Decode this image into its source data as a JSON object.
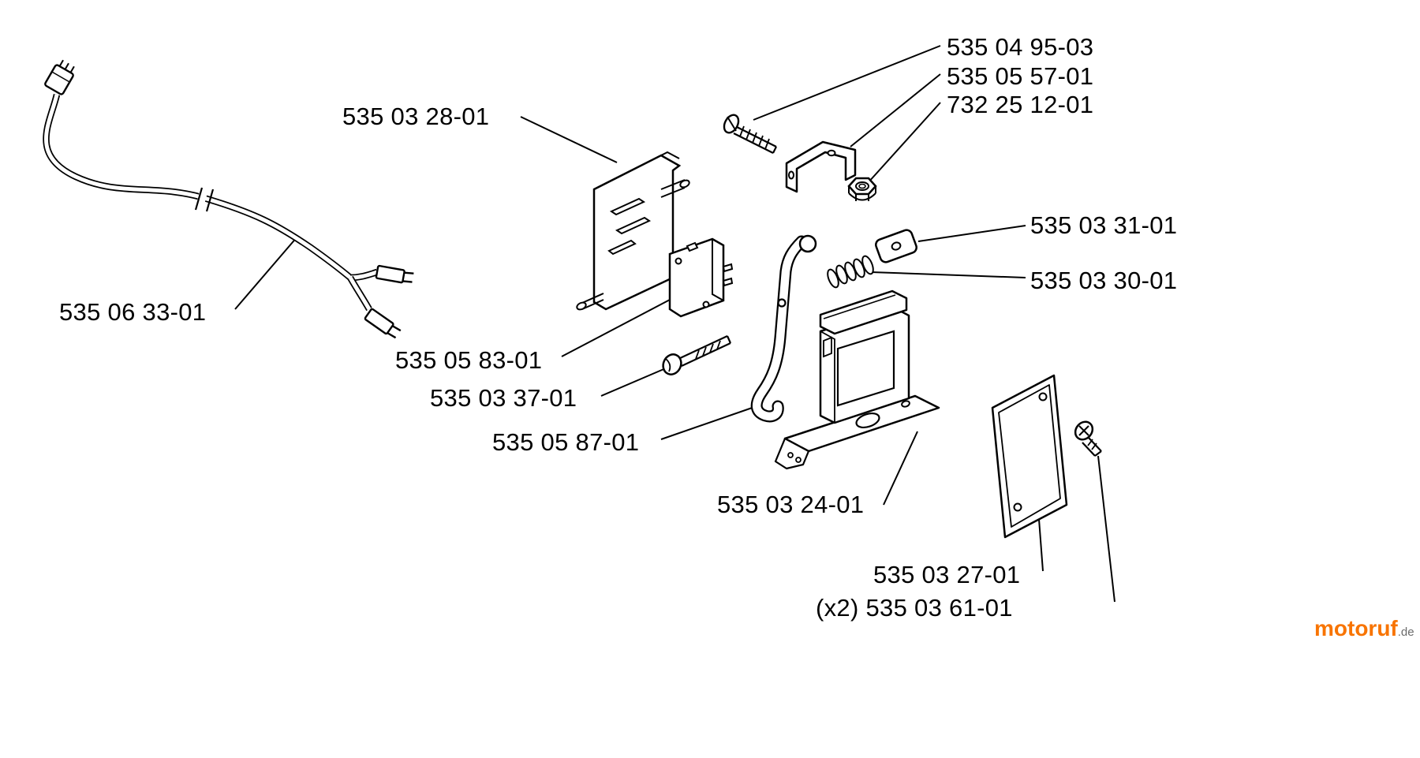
{
  "parts": [
    {
      "text": "535 04 95-03"
    },
    {
      "text": "535 05 57-01"
    },
    {
      "text": "732 25 12-01"
    },
    {
      "text": "535 03 28-01"
    },
    {
      "text": "535 03 31-01"
    },
    {
      "text": "535 03 30-01"
    },
    {
      "text": "535 06 33-01"
    },
    {
      "text": "535 05 83-01"
    },
    {
      "text": "535 03 37-01"
    },
    {
      "text": "535 05 87-01"
    },
    {
      "text": "535 03 24-01"
    },
    {
      "text": "535 03 27-01"
    },
    {
      "text": "(x2) 535 03 61-01"
    }
  ],
  "watermark": {
    "brand": "motoruf",
    "tld": ".de",
    "brand_color": "#f87400",
    "tld_color": "#6b6b6b"
  },
  "colors": {
    "background": "#ffffff",
    "line": "#000000",
    "text": "#000000"
  }
}
